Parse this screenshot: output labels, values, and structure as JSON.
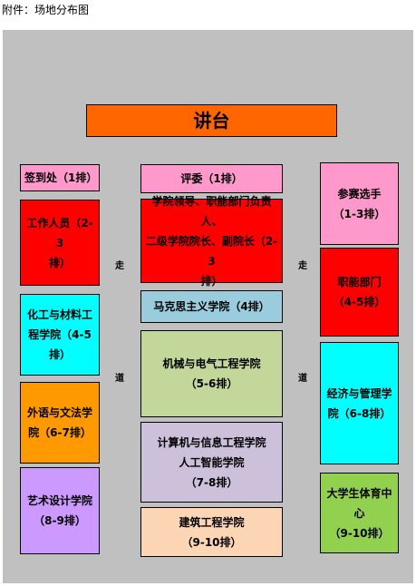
{
  "caption": "附件：场地分布图",
  "podium": "讲台",
  "aisle": {
    "walk": "走",
    "road": "道"
  },
  "left": [
    {
      "lines": [
        "签到处（1排）"
      ],
      "color": "#ff99cc"
    },
    {
      "lines": [
        "工作人员（2-3",
        "排）"
      ],
      "color": "#ff0000"
    },
    {
      "lines": [
        "化工与材料工",
        "程学院（4-5",
        "排）"
      ],
      "color": "#00ffff"
    },
    {
      "lines": [
        "外语与文法学",
        "院（6-7排）"
      ],
      "color": "#ff9900"
    },
    {
      "lines": [
        "艺术设计学院",
        "（8-9排）"
      ],
      "color": "#cc99ff"
    }
  ],
  "center": [
    {
      "lines": [
        "评委（1排）"
      ],
      "color": "#ff99cc"
    },
    {
      "lines": [
        "学院领导、职能部门负责人、",
        "二级学院院长、副院长（2-3",
        "排）"
      ],
      "color": "#ff0000"
    },
    {
      "lines": [
        "马克思主义学院（4排）"
      ],
      "color": "#99ccdd"
    },
    {
      "lines": [
        "机械与电气工程学院",
        "（5-6排）"
      ],
      "color": "#c4d79b"
    },
    {
      "lines": [
        "计算机与信息工程学院",
        "人工智能学院",
        "（7-8排）"
      ],
      "color": "#ccc0da"
    },
    {
      "lines": [
        "建筑工程学院",
        "（9-10排）"
      ],
      "color": "#fcd5b4"
    }
  ],
  "right": [
    {
      "lines": [
        "参赛选手",
        "（1-3排）"
      ],
      "color": "#ff99cc"
    },
    {
      "lines": [
        "职能部门",
        "（4-5排）"
      ],
      "color": "#ff0000"
    },
    {
      "lines": [
        "经济与管理学",
        "院（6-8排）"
      ],
      "color": "#00ffff"
    },
    {
      "lines": [
        "大学生体育中",
        "心",
        "（9-10排）"
      ],
      "color": "#92d050"
    }
  ],
  "colors": {
    "podium": "#ff6600",
    "stage": "#c0c0c0"
  }
}
